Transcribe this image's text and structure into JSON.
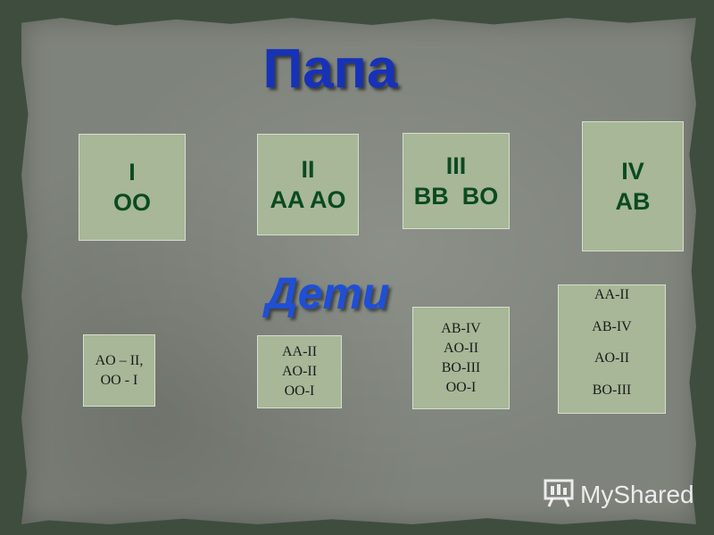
{
  "titles": {
    "papa": "Папа",
    "deti": "Дети"
  },
  "parents": [
    {
      "line1": "I",
      "line2": "OO"
    },
    {
      "line1": "II",
      "line2": "AA AO"
    },
    {
      "line1": "III",
      "line2": "BB  BO"
    },
    {
      "line1": "IV",
      "line2": "AB"
    }
  ],
  "children": [
    {
      "lines": [
        "AO – II,",
        "OO - I"
      ]
    },
    {
      "lines": [
        "AA-II",
        "AO-II",
        "OO-I"
      ]
    },
    {
      "lines": [
        "AB-IV",
        "AO-II",
        "BO-III",
        "OO-I"
      ]
    },
    {
      "lines": [
        "AA-II",
        "AB-IV",
        "AO-II",
        "BO-III"
      ]
    }
  ],
  "logo": {
    "text": "MyShared",
    "icon": "presentation-board-icon"
  },
  "colors": {
    "box": "#a7b797",
    "parent_text": "#0b4a20",
    "title_blue": "#1732b8",
    "background": "#7e837b"
  }
}
